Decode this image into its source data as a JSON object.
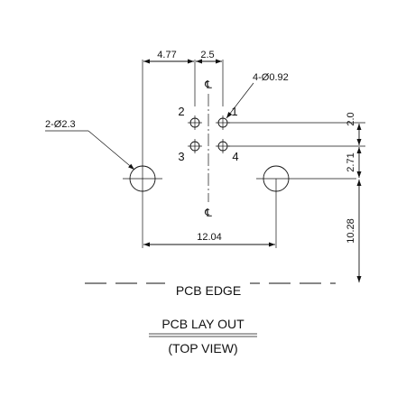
{
  "dimensions": {
    "d_4_77": "4.77",
    "d_2_5": "2.5",
    "d_12_04": "12.04",
    "d_2_0": "2.0",
    "d_2_71": "2.71",
    "d_10_28": "10.28"
  },
  "callouts": {
    "small_holes": "4-Ø0.92",
    "large_holes": "2-Ø2.3"
  },
  "pins": [
    "1",
    "2",
    "3",
    "4"
  ],
  "centerline_symbol": "℄",
  "pcb_edge_label": "PCB EDGE",
  "layout_title": "PCB LAY OUT",
  "view_label": "(TOP VIEW)"
}
